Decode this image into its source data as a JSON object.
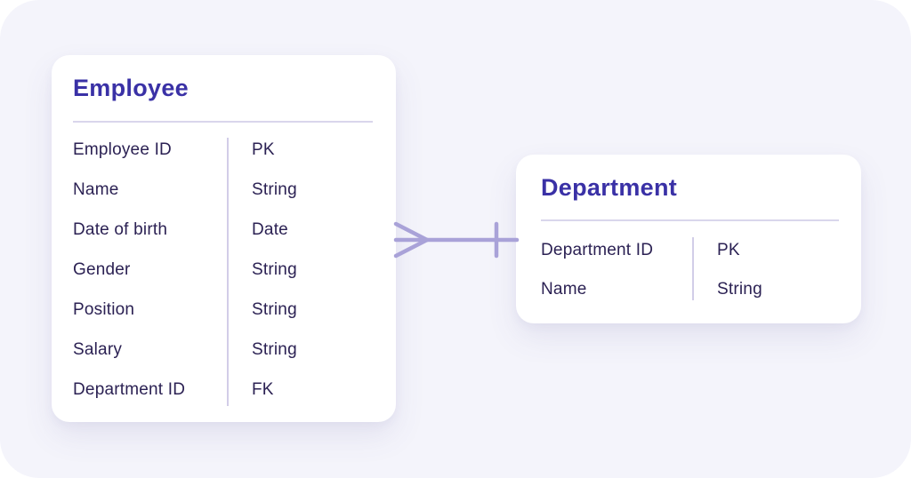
{
  "diagram": {
    "entities": [
      {
        "title": "Employee",
        "fields": [
          {
            "name": "Employee ID",
            "type": "PK"
          },
          {
            "name": "Name",
            "type": "String"
          },
          {
            "name": "Date of birth",
            "type": "Date"
          },
          {
            "name": "Gender",
            "type": "String"
          },
          {
            "name": "Position",
            "type": "String"
          },
          {
            "name": "Salary",
            "type": "String"
          },
          {
            "name": "Department ID",
            "type": "FK"
          }
        ]
      },
      {
        "title": "Department",
        "fields": [
          {
            "name": "Department ID",
            "type": "PK"
          },
          {
            "name": "Name",
            "type": "String"
          }
        ]
      }
    ],
    "relationship": {
      "from": "Employee",
      "to": "Department",
      "notation": "crow-foot",
      "cardinality_from": "many",
      "cardinality_to": "one"
    },
    "colors": {
      "page_bg": "#ffffff",
      "canvas_bg": "#f4f4fb",
      "card_bg": "#ffffff",
      "title_text": "#3a31a6",
      "body_text": "#2b2153",
      "divider": "#d9d6ec",
      "connector": "#a9a2d8"
    }
  }
}
